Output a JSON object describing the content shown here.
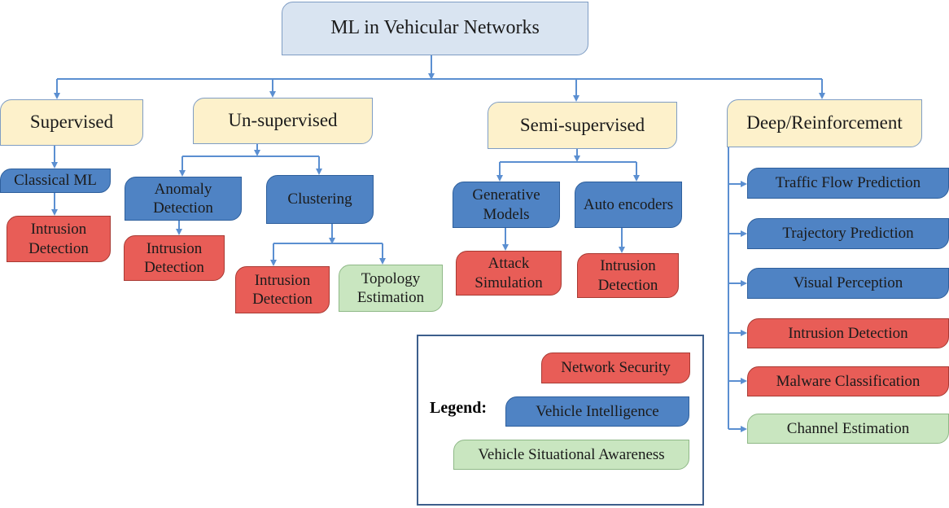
{
  "root": {
    "label": "ML in Vehicular Networks"
  },
  "categories": {
    "supervised": "Supervised",
    "unsupervised": "Un-supervised",
    "semisupervised": "Semi-supervised",
    "deep": "Deep/Reinforcement"
  },
  "supervised": {
    "classical": "Classical ML",
    "intrusion": "Intrusion Detection"
  },
  "unsupervised": {
    "anomaly": "Anomaly Detection",
    "anomaly_intrusion": "Intrusion Detection",
    "clustering": "Clustering",
    "clustering_intrusion": "Intrusion Detection",
    "topology": "Topology Estimation"
  },
  "semisupervised": {
    "generative": "Generative Models",
    "attack": "Attack Simulation",
    "autoencoders": "Auto encoders",
    "intrusion": "Intrusion Detection"
  },
  "deep": {
    "items": [
      "Traffic Flow Prediction",
      "Trajectory Prediction",
      "Visual Perception",
      "Intrusion Detection",
      "Malware Classification",
      "Channel Estimation"
    ]
  },
  "legend": {
    "title": "Legend:",
    "network_security": "Network Security",
    "vehicle_intelligence": "Vehicle Intelligence",
    "situational_awareness": "Vehicle Situational Awareness"
  },
  "colors": {
    "network_security": "#e85d57",
    "vehicle_intelligence": "#4f83c4",
    "situational_awareness": "#c9e6c0",
    "connector": "#5b8fd1"
  }
}
